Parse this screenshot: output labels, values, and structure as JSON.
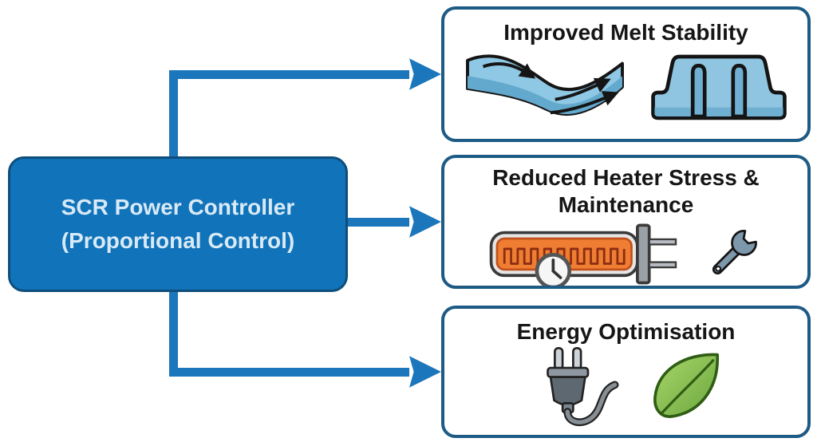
{
  "main_node": {
    "line1": "SCR Power Controller",
    "line2": "(Proportional Control)"
  },
  "benefits": [
    {
      "title": "Improved Melt Stability",
      "icons": [
        "melt-flow-icon",
        "molded-part-icon"
      ]
    },
    {
      "title": "Reduced Heater Stress & Maintenance",
      "icons": [
        "heater-clock-icon",
        "wrench-icon"
      ]
    },
    {
      "title": "Energy Optimisation",
      "icons": [
        "plug-icon",
        "leaf-icon"
      ]
    }
  ],
  "colors": {
    "arrow_blue": "#1b76bb",
    "main_fill": "#1173b9",
    "main_border": "#0f4e7b",
    "main_text": "#d8eaf7",
    "benefit_border": "#1d5a85",
    "benefit_fill": "#ffffff",
    "title_text": "#161616",
    "background": "#ffffff",
    "melt_blue": "#8fc8e4",
    "melt_dark": "#63a9cd",
    "part_blue": "#8fc5e0",
    "part_dark": "#6fb0d2",
    "heater_orange": "#ef7e33",
    "coil_red": "#8c2d12",
    "steel_blue": "#7e98ab",
    "plug_grey": "#5d6871",
    "leaf_green_light": "#a9d56b",
    "leaf_green_dark": "#6aa83e"
  }
}
